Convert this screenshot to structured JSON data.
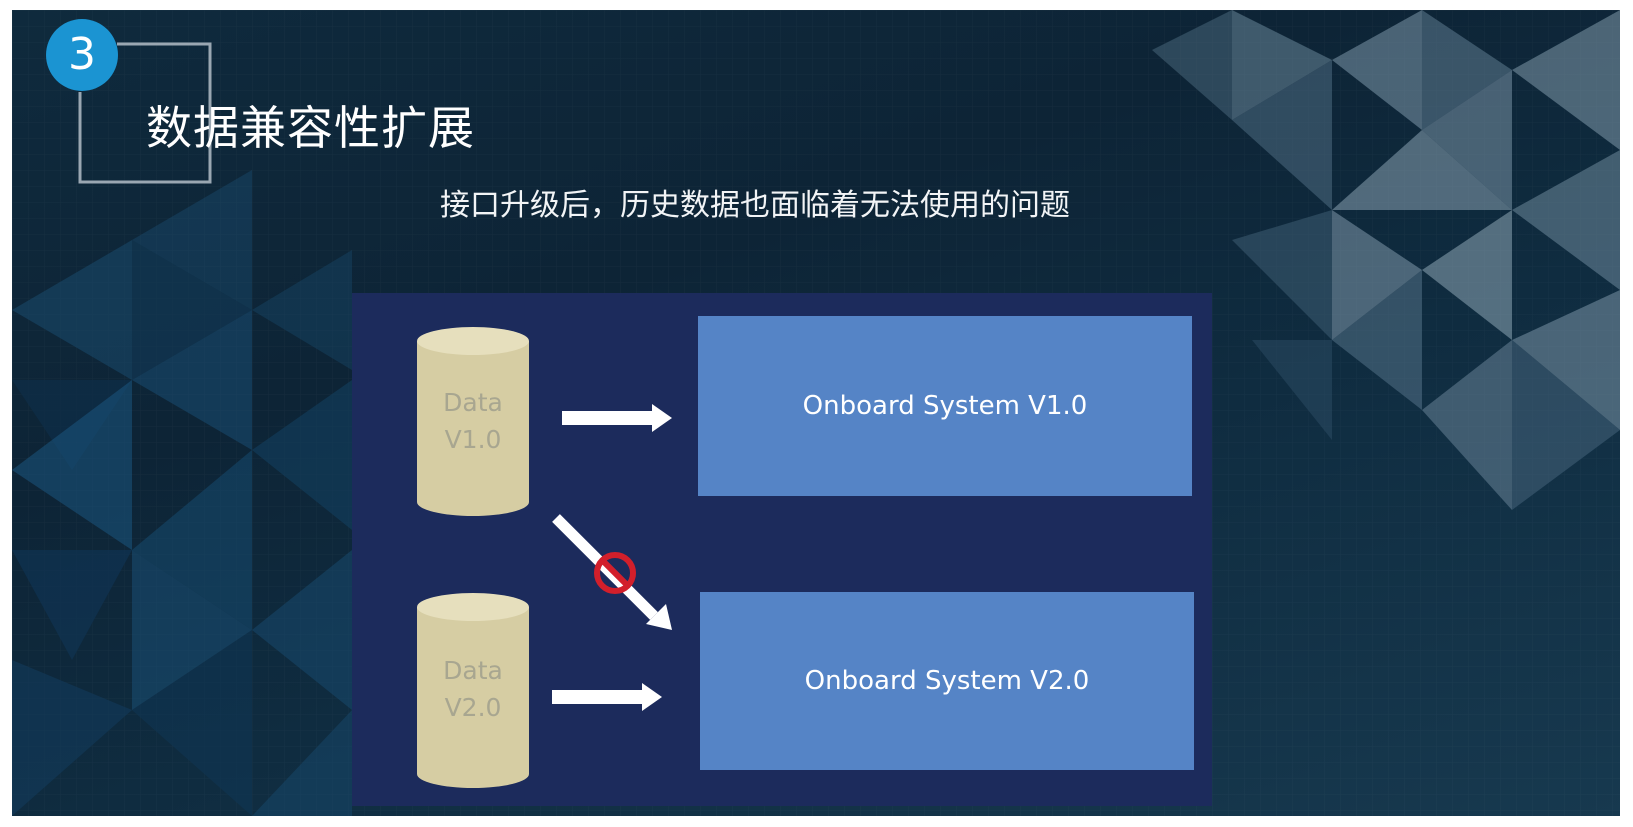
{
  "slide": {
    "section_number": "3",
    "title": "数据兼容性扩展",
    "subtitle": "接口升级后，历史数据也面临着无法使用的问题"
  },
  "diagram": {
    "databases": [
      {
        "line1": "Data",
        "line2": "V1.0"
      },
      {
        "line1": "Data",
        "line2": "V2.0"
      }
    ],
    "systems": [
      {
        "label": "Onboard System V1.0"
      },
      {
        "label": "Onboard System V2.0"
      }
    ],
    "blocked_link": {
      "from": "Data V1.0",
      "to": "Onboard System V2.0",
      "icon": "prohibited-icon"
    }
  },
  "colors": {
    "accent": "#1b94d2",
    "panel": "#1c2b5c",
    "system_box": "#5584c6",
    "cylinder": "#d6cda3",
    "blocked": "#d21f2b"
  }
}
